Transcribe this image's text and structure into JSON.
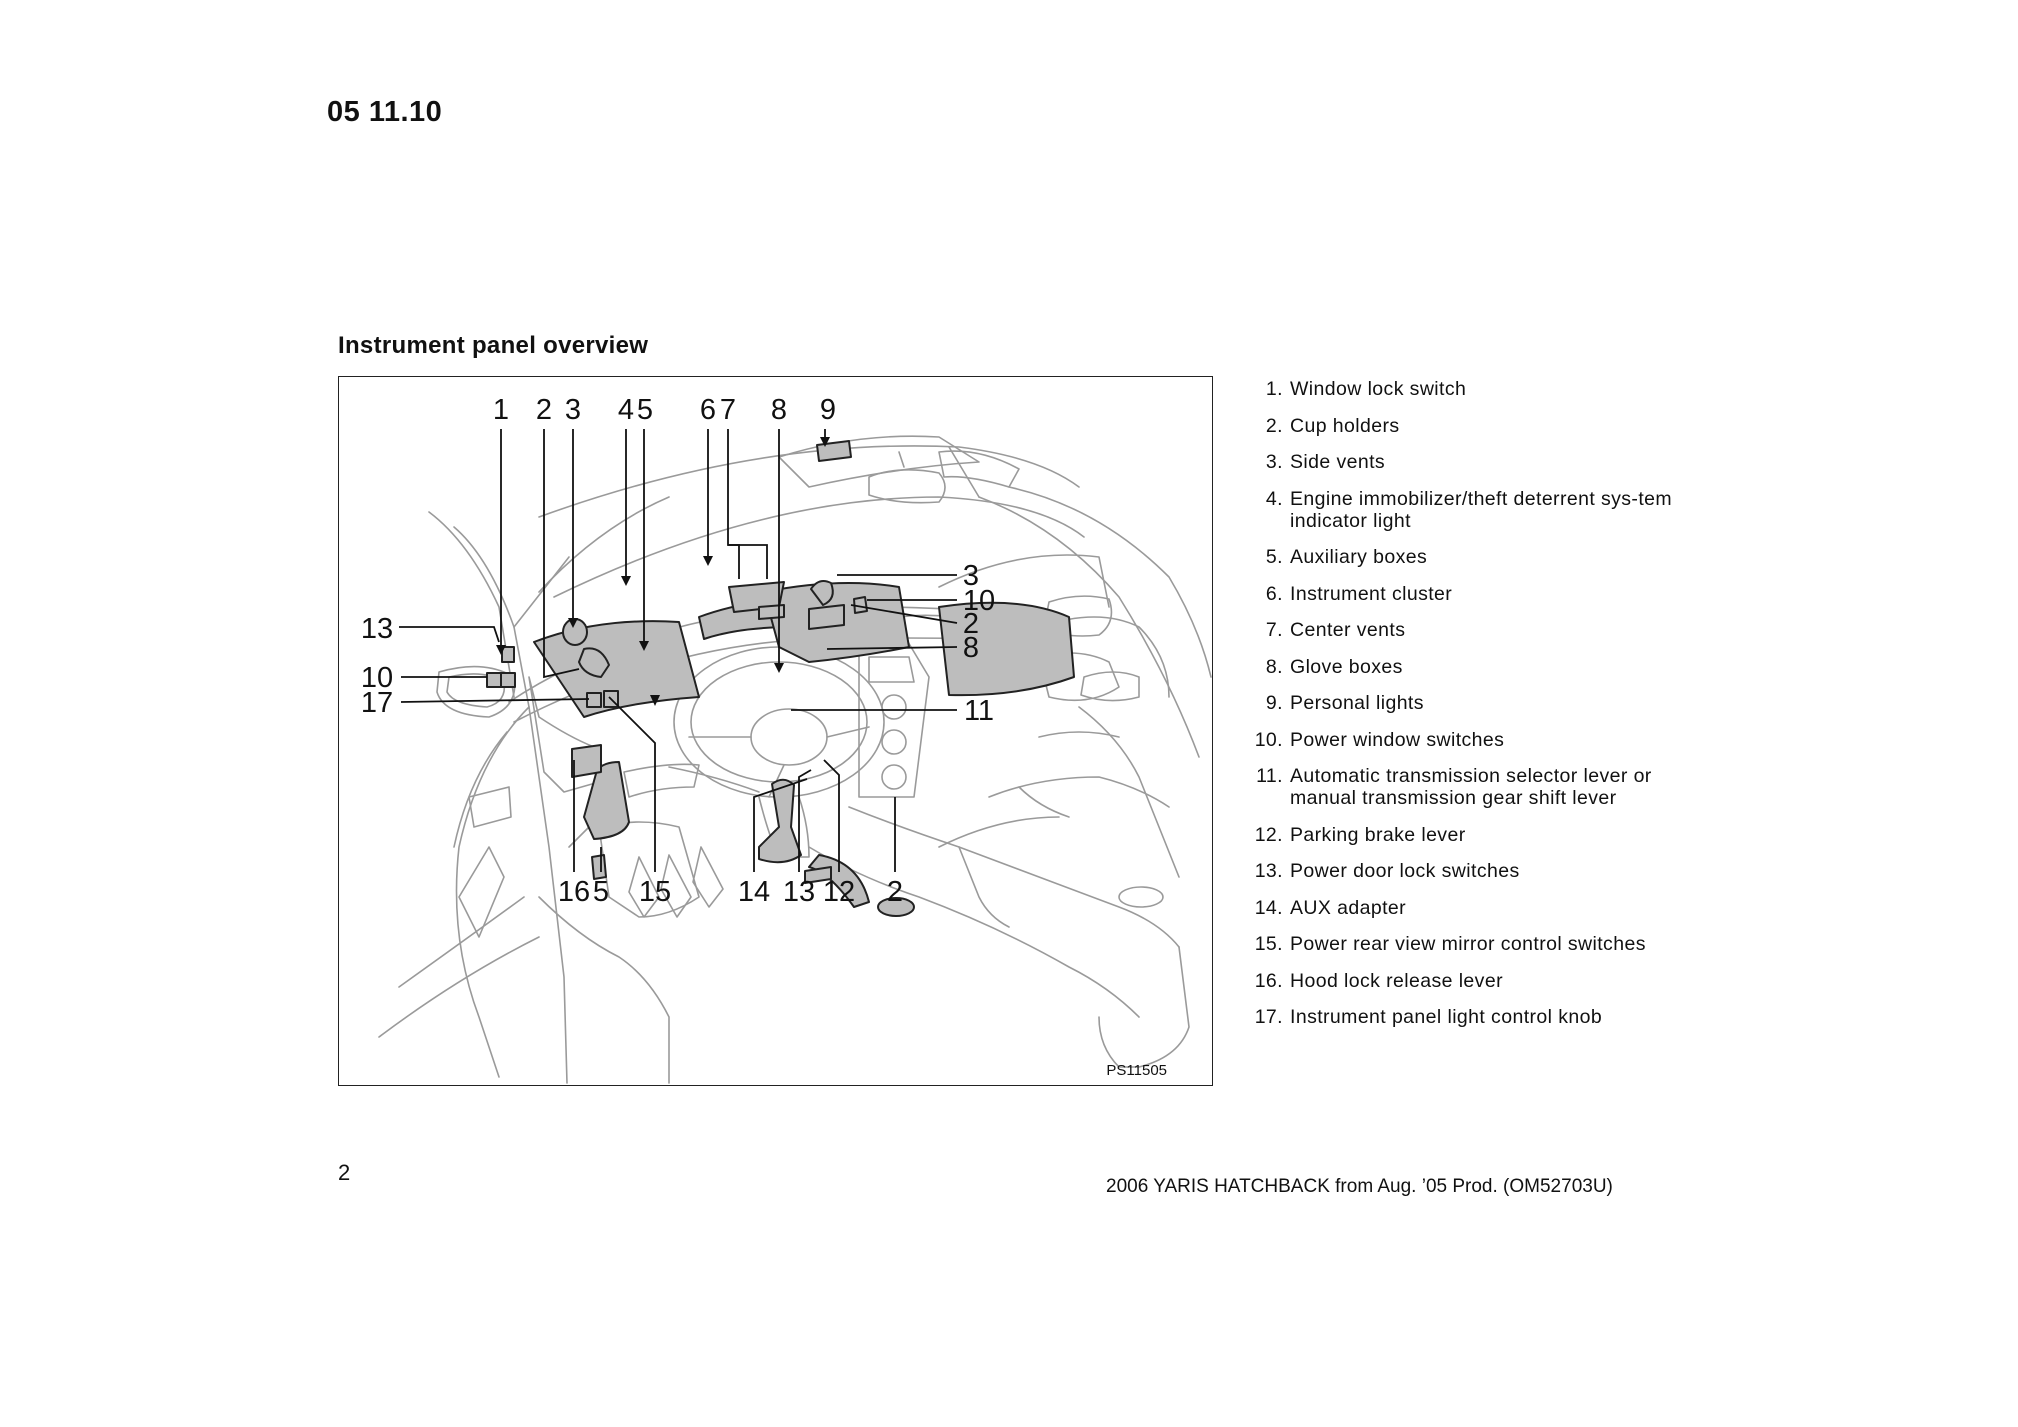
{
  "header": {
    "code": "05 11.10"
  },
  "section": {
    "title": "Instrument panel overview"
  },
  "figure": {
    "code": "PS11505",
    "top_callouts": [
      "1",
      "2",
      "3",
      "4",
      "5",
      "6",
      "7",
      "8",
      "9"
    ],
    "left_callouts": [
      "13",
      "10",
      "17"
    ],
    "right_callouts": [
      "3",
      "10",
      "2",
      "8",
      "11"
    ],
    "bottom_callouts": [
      "16",
      "5",
      "15",
      "14",
      "13",
      "12",
      "2"
    ]
  },
  "legend": [
    {
      "num": "1.",
      "text": "Window lock switch"
    },
    {
      "num": "2.",
      "text": "Cup holders"
    },
    {
      "num": "3.",
      "text": "Side vents"
    },
    {
      "num": "4.",
      "text": "Engine immobilizer/theft deterrent sys-tem indicator light"
    },
    {
      "num": "5.",
      "text": "Auxiliary boxes"
    },
    {
      "num": "6.",
      "text": "Instrument cluster"
    },
    {
      "num": "7.",
      "text": "Center vents"
    },
    {
      "num": "8.",
      "text": "Glove boxes"
    },
    {
      "num": "9.",
      "text": "Personal lights"
    },
    {
      "num": "10.",
      "text": "Power window switches"
    },
    {
      "num": "11.",
      "text": "Automatic transmission selector lever or manual transmission gear shift lever"
    },
    {
      "num": "12.",
      "text": "Parking brake lever"
    },
    {
      "num": "13.",
      "text": "Power door lock switches"
    },
    {
      "num": "14.",
      "text": "AUX adapter"
    },
    {
      "num": "15.",
      "text": "Power rear view mirror control switches"
    },
    {
      "num": "16.",
      "text": "Hood lock release lever"
    },
    {
      "num": "17.",
      "text": "Instrument panel light control knob"
    }
  ],
  "page_number": "2",
  "footer": "2006 YARIS HATCHBACK from Aug. ’05 Prod. (OM52703U)"
}
